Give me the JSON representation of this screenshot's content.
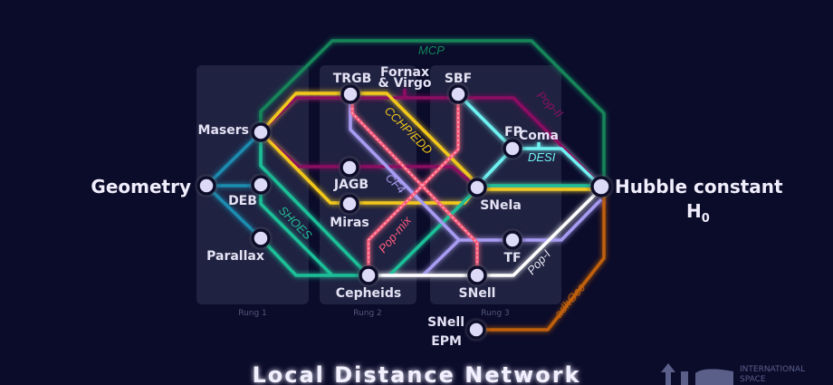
{
  "title": "Local Distance Network",
  "rungs": [
    "Rung 1",
    "Rung 2",
    "Rung 3"
  ],
  "nodes": {
    "geometry": "Geometry",
    "masers": "Masers",
    "deb": "DEB",
    "parallax": "Parallax",
    "trgb": "TRGB",
    "jagb": "JAGB",
    "miras": "Miras",
    "cepheids": "Cepheids",
    "sbf": "SBF",
    "fp": "FP",
    "snela": "SNela",
    "tf": "TF",
    "snell": "SNell",
    "hubble": "Hubble constant",
    "h0": "H",
    "h0_sub": "0",
    "snell_epm_1": "SNell",
    "snell_epm_2": "EPM"
  },
  "annotations": {
    "fornax_1": "Fornax",
    "fornax_2": "& Virgo",
    "coma": "Coma"
  },
  "lines": [
    {
      "name": "MCP",
      "color": "#12855a"
    },
    {
      "name": "Pop-II",
      "color": "#8a0f62"
    },
    {
      "name": "CCHP/EDD",
      "color": "#f2c81a"
    },
    {
      "name": "CF4",
      "color": "#a89cf2"
    },
    {
      "name": "SHOES",
      "color": "#1fbf98"
    },
    {
      "name": "Pop-mix",
      "color": "#ff5c7c"
    },
    {
      "name": "DESI",
      "color": "#6ff2f2"
    },
    {
      "name": "Pop-I",
      "color": "#ffffff"
    },
    {
      "name": "adhOcc",
      "color": "#c0600f"
    }
  ],
  "logo": {
    "line1": "INTERNATIONAL",
    "line2": "SPACE"
  }
}
